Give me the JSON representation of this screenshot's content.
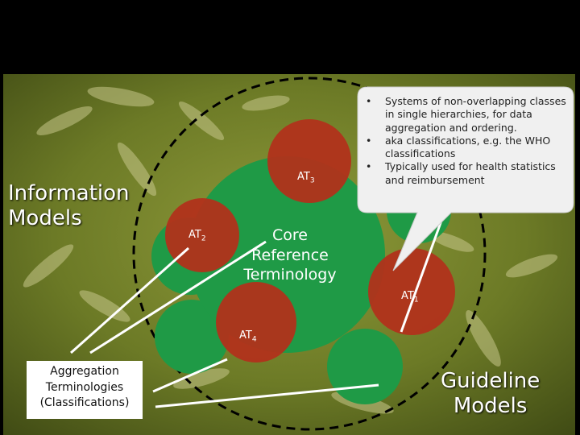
{
  "colors": {
    "background": "#000000",
    "photo": "#6d7a25",
    "core_green": "#1f9a46",
    "at_red": "#b1321b",
    "callout": "#f0f0f0",
    "line": "#ffffff",
    "dash": "#000000"
  },
  "labels": {
    "information_models": [
      "Information",
      "Models"
    ],
    "guideline_models": [
      "Guideline",
      "Models"
    ],
    "aggregation_terminologies": [
      "Aggregation",
      "Terminologies",
      "(Classifications)"
    ],
    "core_reference_terminology": [
      "Core",
      "Reference",
      "Terminology"
    ]
  },
  "auxiliary_terminologies": [
    {
      "prefix": "AT",
      "sub": "1"
    },
    {
      "prefix": "AT",
      "sub": "2"
    },
    {
      "prefix": "AT",
      "sub": "3"
    },
    {
      "prefix": "AT",
      "sub": "4"
    }
  ],
  "callout_bullets": [
    "Systems of non-overlapping classes in single hierarchies, for data aggregation and ordering.",
    "aka classifications, e.g. the WHO classifications",
    "Typically used for health statistics and reimbursement"
  ]
}
